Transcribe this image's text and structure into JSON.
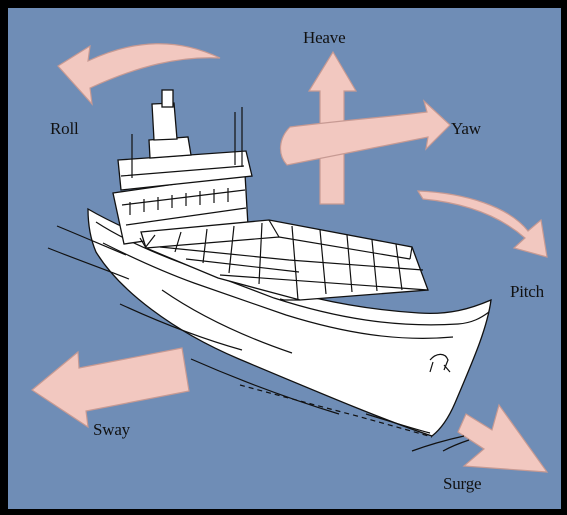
{
  "colors": {
    "background": "#6f8db6",
    "border": "#000000",
    "arrow_fill": "#f2c8c0",
    "arrow_stroke": "#c79a93",
    "hull": "#ffffff",
    "line": "#111111"
  },
  "labels": {
    "heave": "Heave",
    "roll": "Roll",
    "yaw": "Yaw",
    "pitch": "Pitch",
    "sway": "Sway",
    "surge": "Surge"
  }
}
